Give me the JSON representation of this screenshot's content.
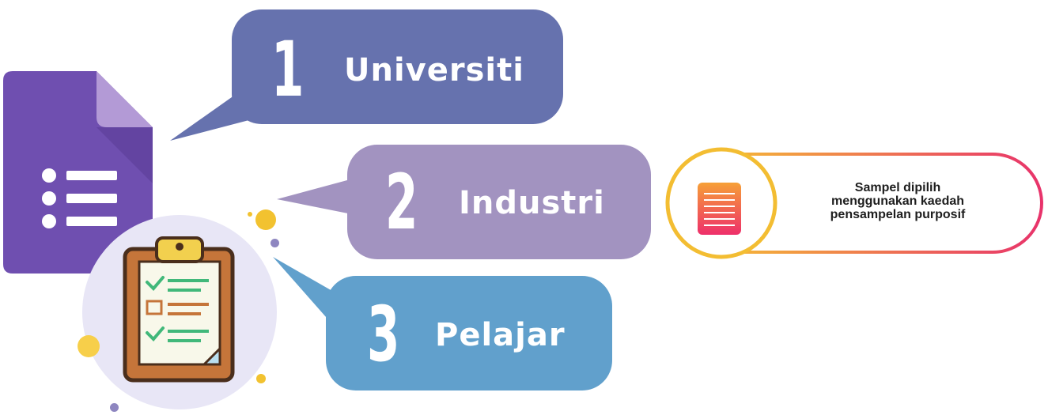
{
  "steps": [
    {
      "number": "1",
      "label": "Universiti",
      "color": "#6672ae"
    },
    {
      "number": "2",
      "label": "Industri",
      "color": "#a293c0"
    },
    {
      "number": "3",
      "label": "Pelajar",
      "color": "#61a0cc"
    }
  ],
  "note": {
    "line1": "Sampel dipilih",
    "line2": "menggunakan kaedah",
    "line3": "pensampelan purposif"
  },
  "icons": [
    "google-forms-icon",
    "clipboard-checklist-icon",
    "document-list-icon"
  ],
  "colors": {
    "forms_purple": "#6f4fb0",
    "note_gradient_start": "#f4b13a",
    "note_gradient_end": "#e8336b"
  }
}
